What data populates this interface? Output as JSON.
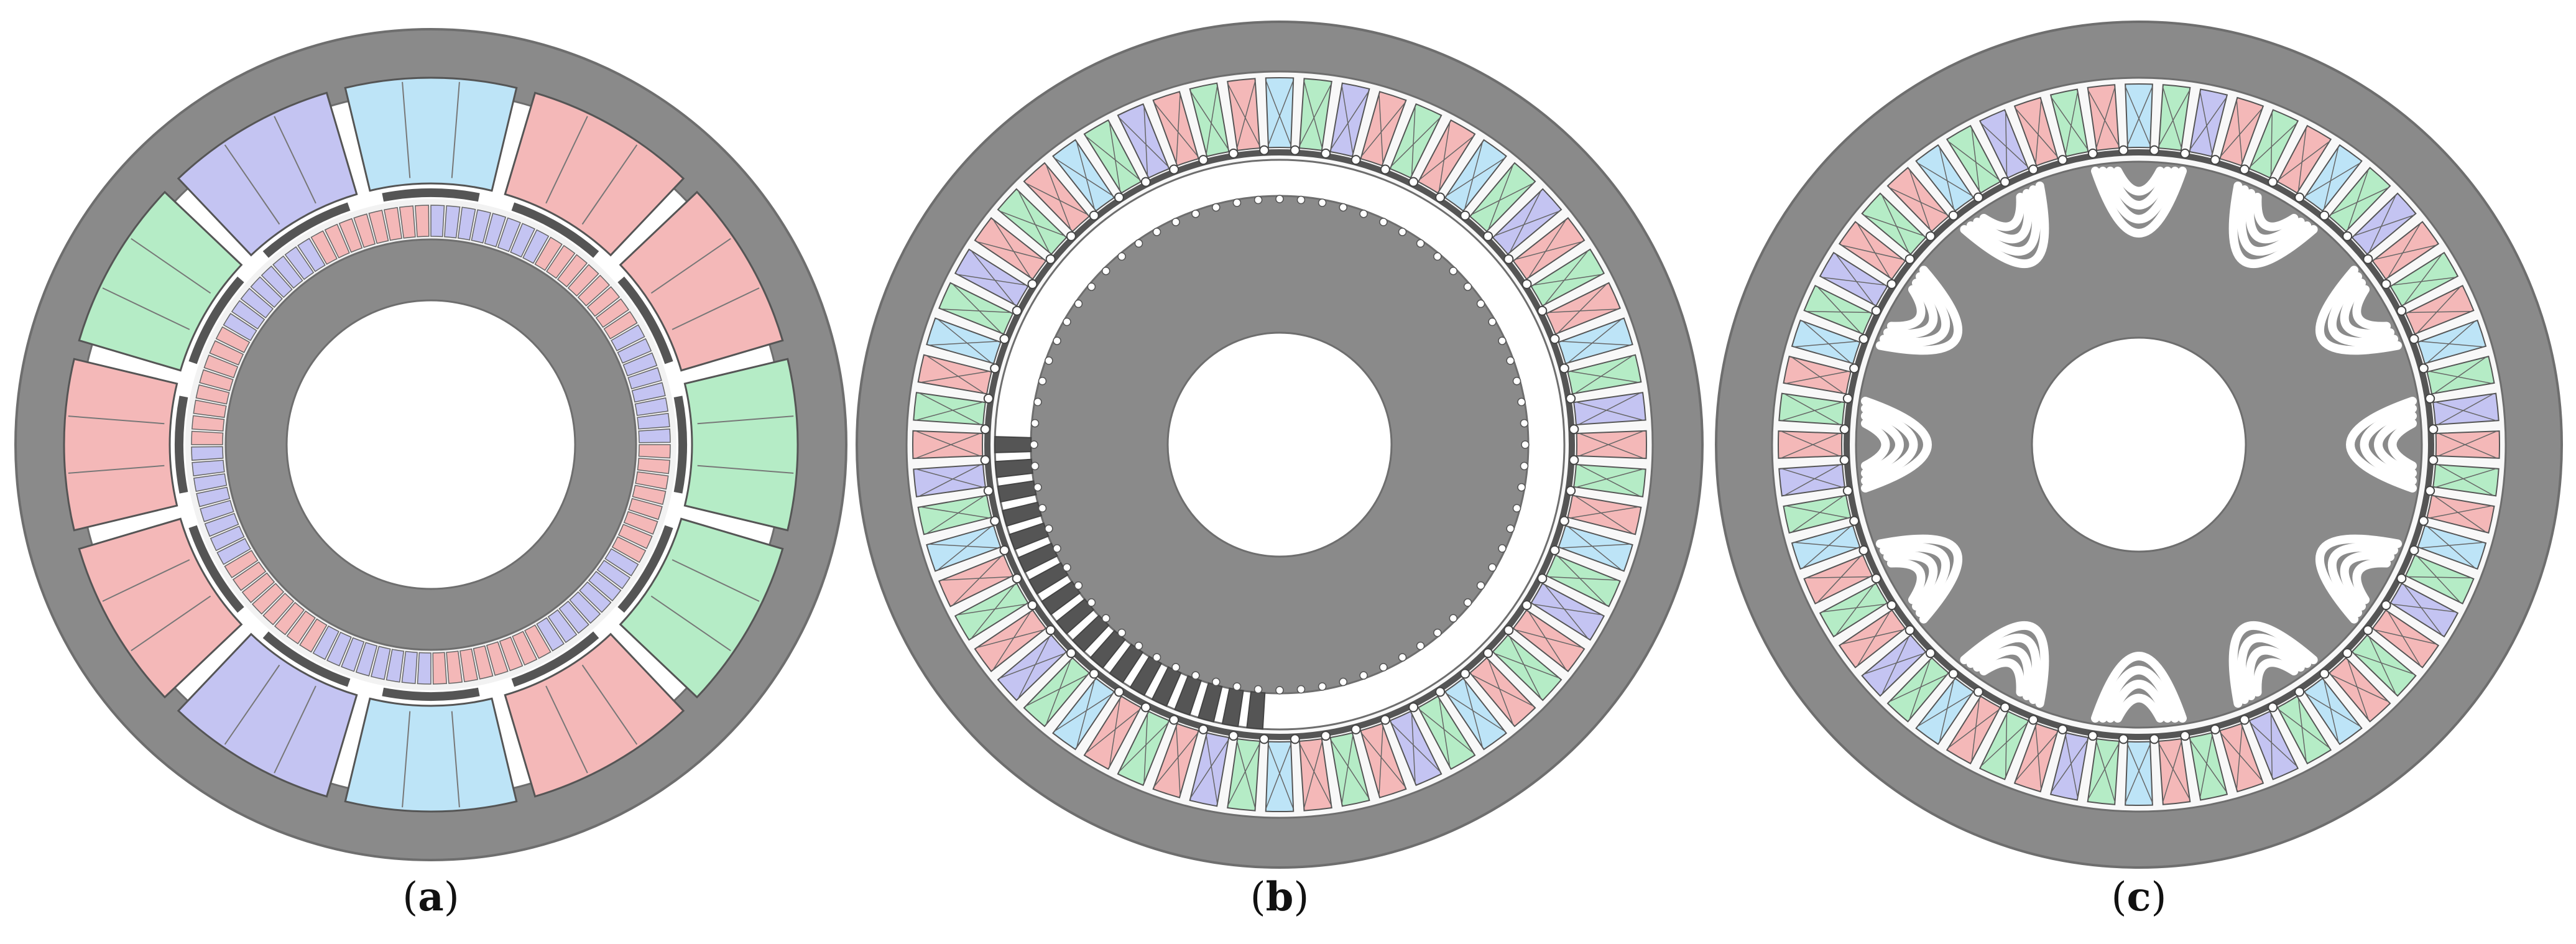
{
  "figure": {
    "panels": [
      {
        "id": "a",
        "label_open": "(",
        "label_letter": "a",
        "label_close": ")"
      },
      {
        "id": "b",
        "label_open": "(",
        "label_letter": "b",
        "label_close": ")"
      },
      {
        "id": "c",
        "label_open": "(",
        "label_letter": "c",
        "label_close": ")"
      }
    ]
  },
  "colors": {
    "iron": "#8a8a8a",
    "iron_edge": "#6e6e6e",
    "phase_red": "#f4b8b8",
    "phase_green": "#b5ecc6",
    "phase_blue": "#c4c4f2",
    "phase_cyan": "#bde4f7",
    "slot_white": "#ffffff"
  }
}
